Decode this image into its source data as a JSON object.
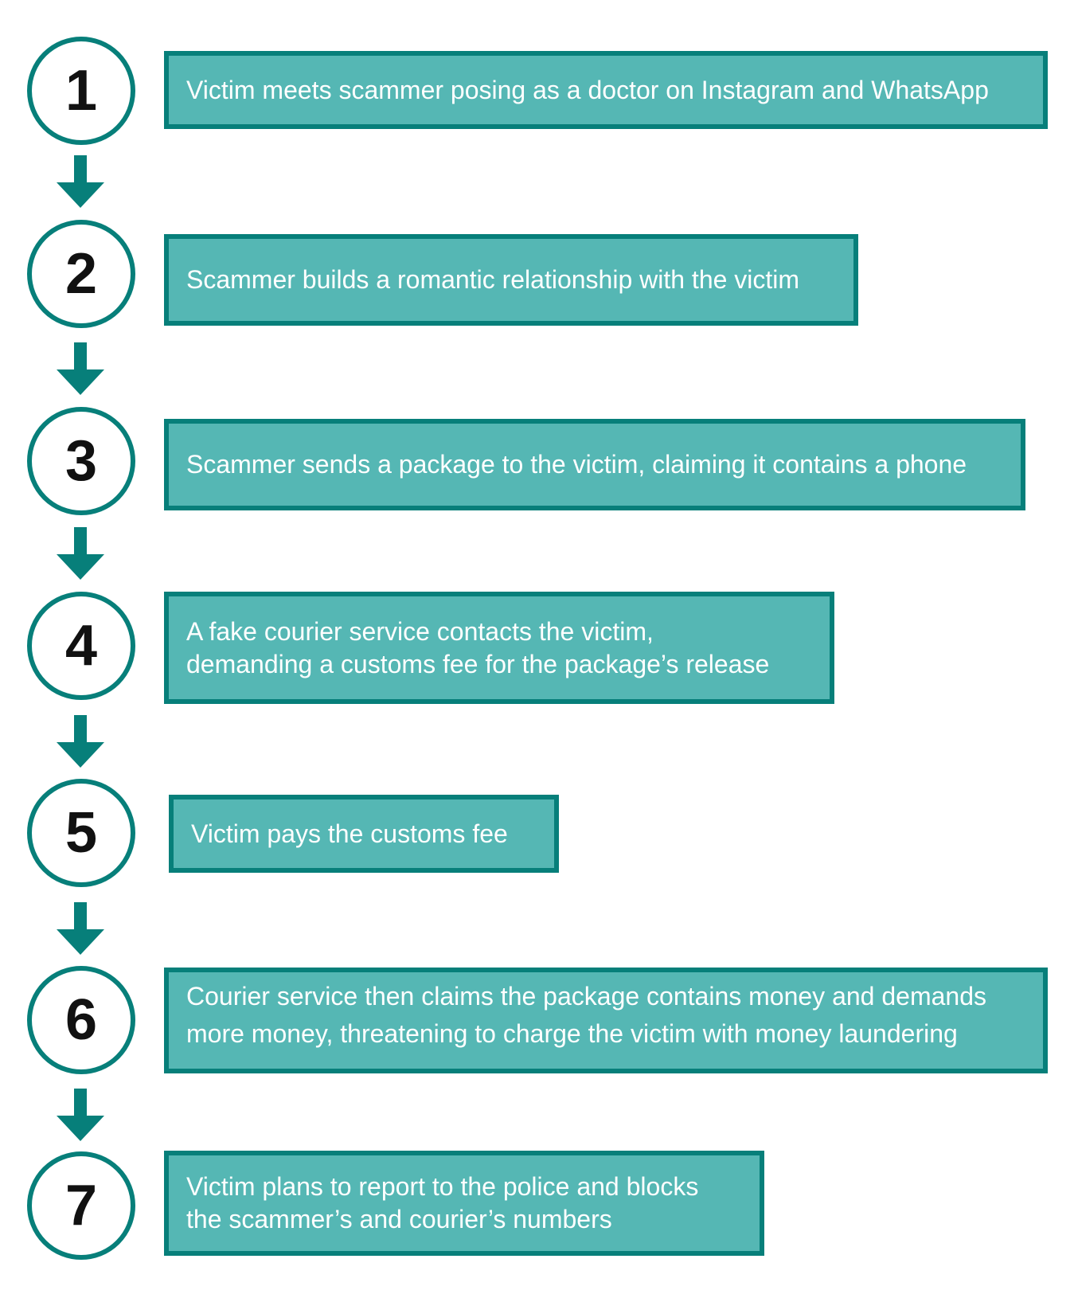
{
  "colors": {
    "accent_dark": "#077f7a",
    "box_fill": "#55b7b4",
    "box_text": "#ffffff",
    "number_text": "#111111"
  },
  "icons": {
    "connector": "arrow-down-icon",
    "step_marker": "circle-number-icon"
  },
  "steps": [
    {
      "number": "1",
      "text": "Victim meets scammer posing as a doctor on Instagram and WhatsApp"
    },
    {
      "number": "2",
      "text": "Scammer builds a romantic relationship with the victim"
    },
    {
      "number": "3",
      "text": "Scammer sends a package to the victim, claiming it contains a phone"
    },
    {
      "number": "4",
      "text": "A fake courier service contacts the victim,\ndemanding a customs fee for the package’s release"
    },
    {
      "number": "5",
      "text": "Victim pays the customs fee"
    },
    {
      "number": "6",
      "text": "Courier service then claims the package contains money and demands\nmore money, threatening to charge the victim with money laundering"
    },
    {
      "number": "7",
      "text": "Victim plans to report to the police and blocks\nthe scammer’s and courier’s numbers"
    }
  ]
}
